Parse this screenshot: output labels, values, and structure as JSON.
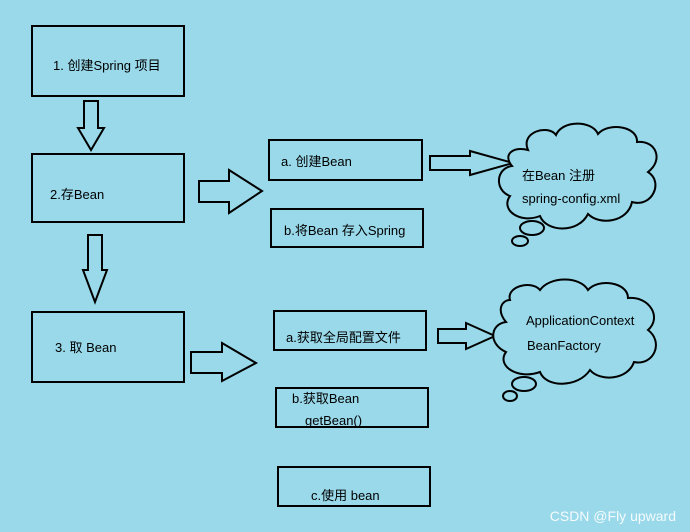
{
  "steps": {
    "create": "1. 创建Spring 项目",
    "store": "2.存Bean",
    "take": "3. 取 Bean"
  },
  "store_sub": {
    "create_bean": "a. 创建Bean",
    "store_bean": "b.将Bean 存入Spring"
  },
  "cloud1": {
    "line1": "在Bean 注册",
    "line2": "spring-config.xml"
  },
  "take_sub": {
    "get_config": "a.获取全局配置文件",
    "get_bean_1": "b.获取Bean",
    "get_bean_2": "getBean()",
    "use_bean": "c.使用 bean"
  },
  "cloud2": {
    "line1": "ApplicationContext",
    "line2": "BeanFactory"
  },
  "watermark": "CSDN @Fly upward"
}
